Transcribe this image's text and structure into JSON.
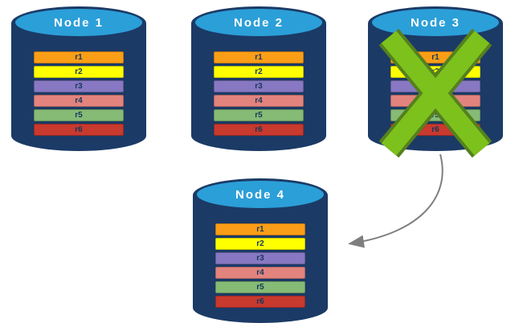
{
  "nodes": [
    {
      "name": "Node 1",
      "records": [
        "r1",
        "r2",
        "r3",
        "r4",
        "r5",
        "r6"
      ],
      "failed": false
    },
    {
      "name": "Node 2",
      "records": [
        "r1",
        "r2",
        "r3",
        "r4",
        "r5",
        "r6"
      ],
      "failed": false
    },
    {
      "name": "Node 3",
      "records": [
        "r1",
        "r2",
        "r3",
        "r4",
        "r5",
        "r6"
      ],
      "failed": true
    },
    {
      "name": "Node 4",
      "records": [
        "r1",
        "r2",
        "r3",
        "r4",
        "r5",
        "r6"
      ],
      "failed": false
    }
  ],
  "record_colors": {
    "r1": "#FB9E17",
    "r2": "#FFFF00",
    "r3": "#8878C3",
    "r4": "#E2837E",
    "r5": "#86BB76",
    "r6": "#C8392E"
  },
  "colors": {
    "cylinder_body": "#1B3A66",
    "cylinder_top": "#2B9FD8",
    "node_title_text": "#FFFFFF",
    "record_label_text": "#17375E",
    "failure_x_fill": "#7DC11D",
    "failure_x_outline": "#55801E",
    "arrow": "#7F7F7F"
  },
  "failure": {
    "node": "Node 3",
    "marker": "green-x"
  },
  "arrow": {
    "from": "Node 3",
    "to": "Node 4"
  }
}
